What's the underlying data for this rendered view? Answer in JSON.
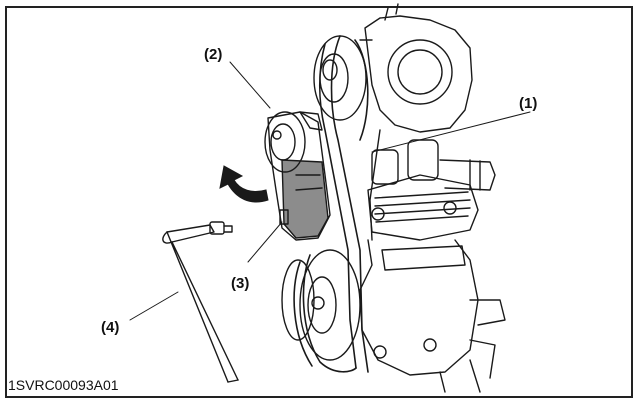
{
  "figure": {
    "code": "1SVRC00093A01"
  },
  "callouts": [
    {
      "label": "(1)"
    },
    {
      "label": "(2)"
    },
    {
      "label": "(3)"
    },
    {
      "label": "(4)"
    }
  ],
  "colors": {
    "line": "#1a1a1a",
    "shade": "#8c8c8c",
    "frame": "#222222"
  },
  "icons": [
    "rotation-arrow-icon"
  ]
}
